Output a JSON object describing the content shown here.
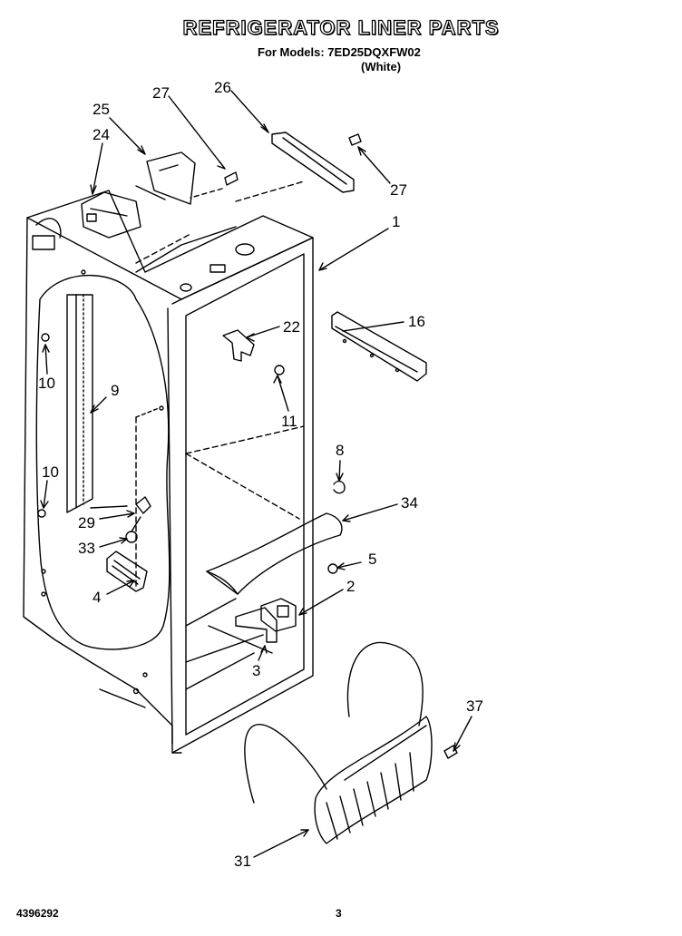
{
  "header": {
    "title": "REFRIGERATOR LINER PARTS",
    "models_line": "For Models: 7ED25DQXFW02",
    "color_line": "(White)"
  },
  "footer": {
    "doc_number": "4396292",
    "page_number": "3"
  },
  "callouts": {
    "c1": "1",
    "c2": "2",
    "c3": "3",
    "c4": "4",
    "c5": "5",
    "c8": "8",
    "c9": "9",
    "c10a": "10",
    "c10b": "10",
    "c11": "11",
    "c16": "16",
    "c22": "22",
    "c24": "24",
    "c25": "25",
    "c26": "26",
    "c27a": "27",
    "c27b": "27",
    "c29": "29",
    "c31": "31",
    "c33": "33",
    "c34": "34",
    "c37": "37"
  }
}
